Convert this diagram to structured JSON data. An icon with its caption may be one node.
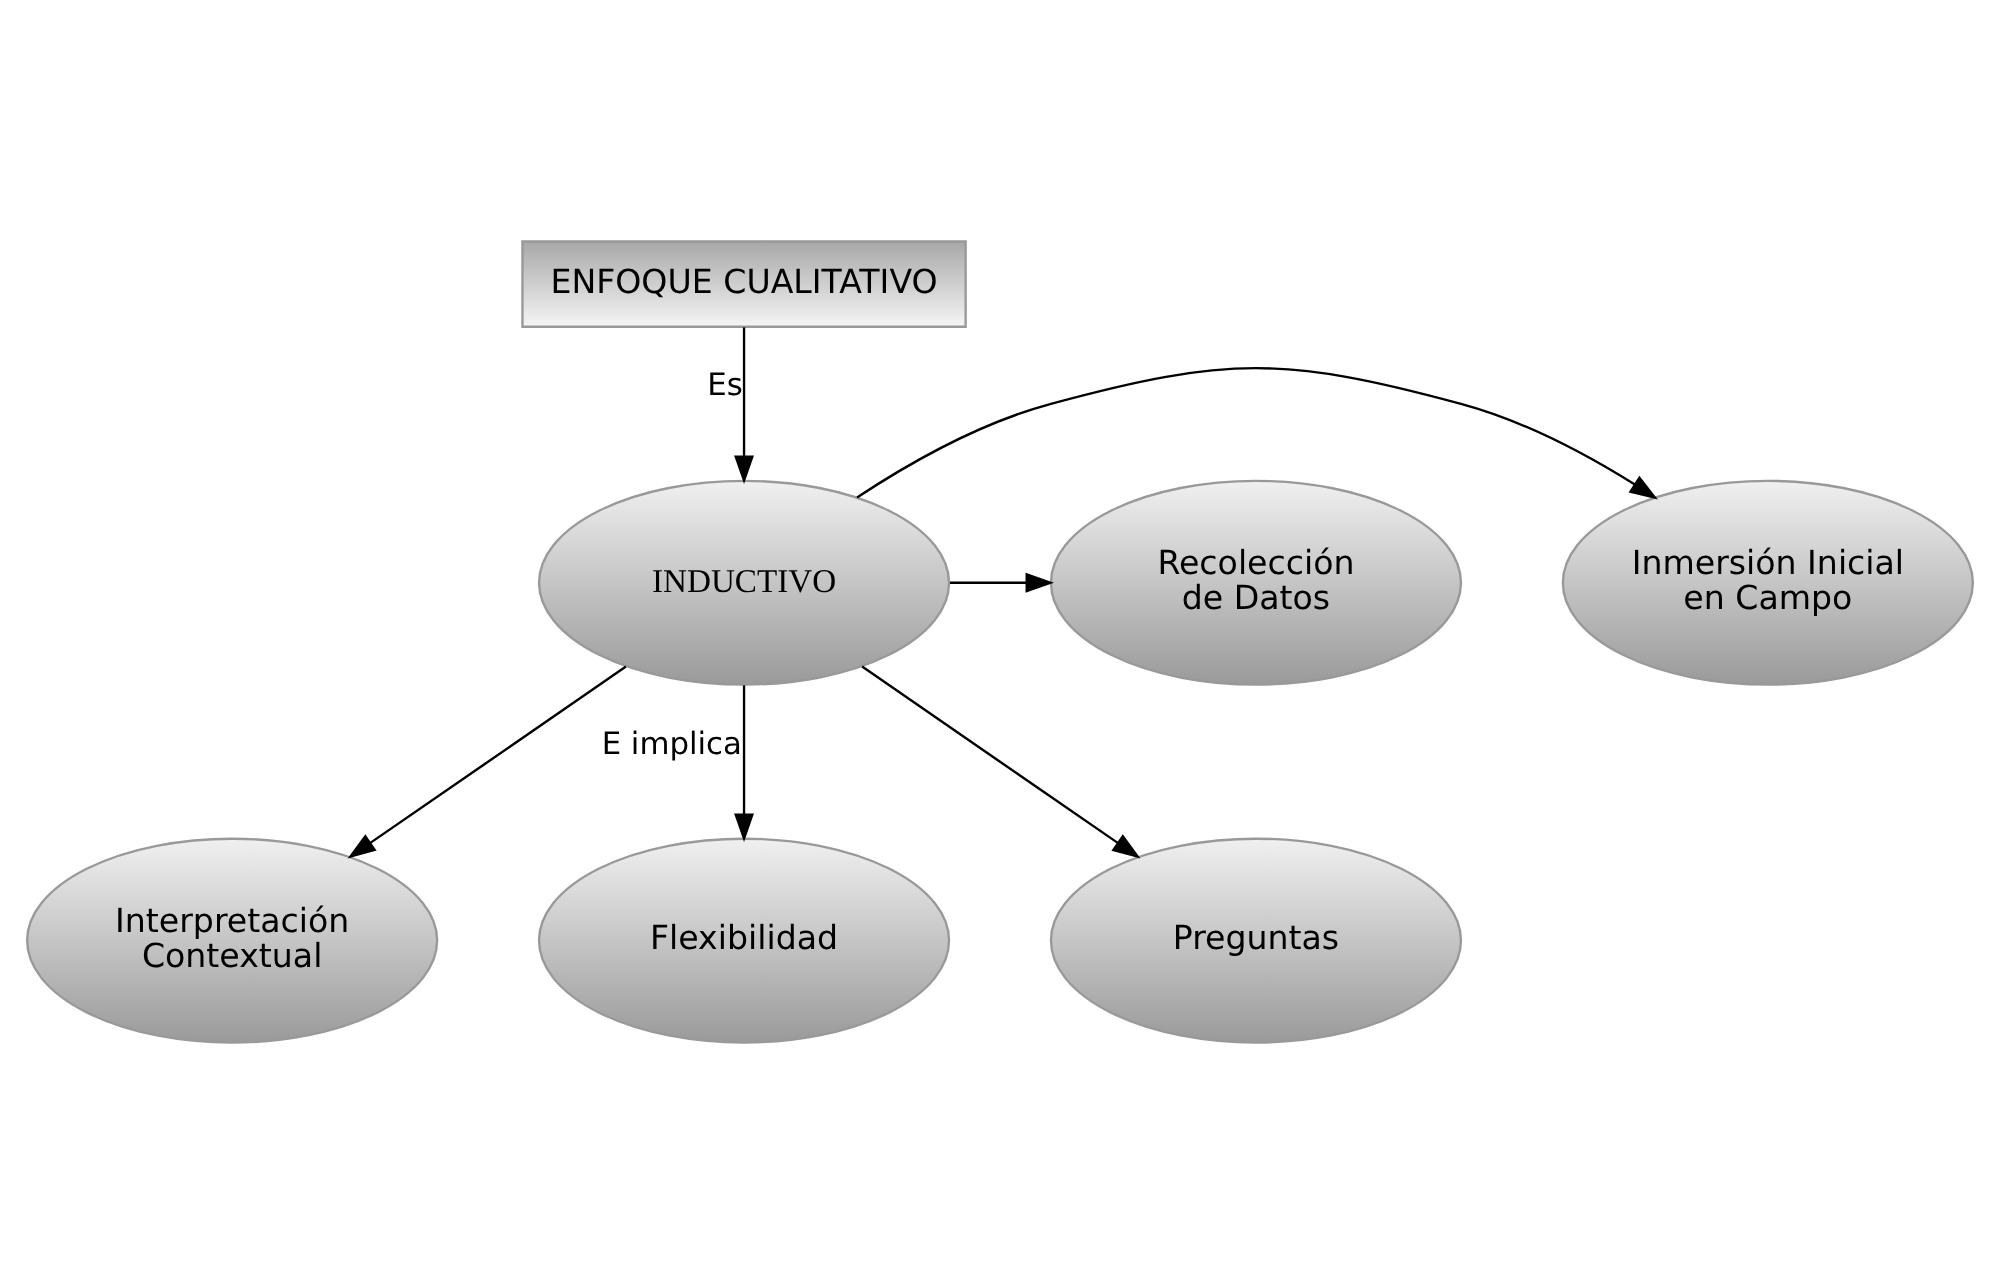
{
  "diagram": {
    "nodes": [
      {
        "text": [
          "ENFOQUE CUALITATIVO"
        ]
      },
      {
        "text": [
          "INDUCTIVO"
        ]
      },
      {
        "text": [
          "Inmersión Inicial en Campo"
        ]
      },
      {
        "text": [
          "Recolección de Datos"
        ]
      },
      {
        "text": [
          "Interpretación Contextual"
        ]
      },
      {
        "text": [
          "Flexibilidad"
        ]
      },
      {
        "text": [
          "Preguntas"
        ]
      }
    ],
    "edges": [
      {
        "from": 0,
        "to": 1,
        "arrow": "to",
        "label": "Es"
      },
      {
        "from": 1,
        "to": 2,
        "arrow": "to"
      },
      {
        "from": 1,
        "to": 3,
        "arrow": "to"
      },
      {
        "from": 1,
        "to": 4,
        "arrow": "to"
      },
      {
        "from": 1,
        "to": 5,
        "arrow": "to",
        "label": "E implica"
      },
      {
        "from": 1,
        "to": 6,
        "arrow": "to"
      }
    ]
  }
}
